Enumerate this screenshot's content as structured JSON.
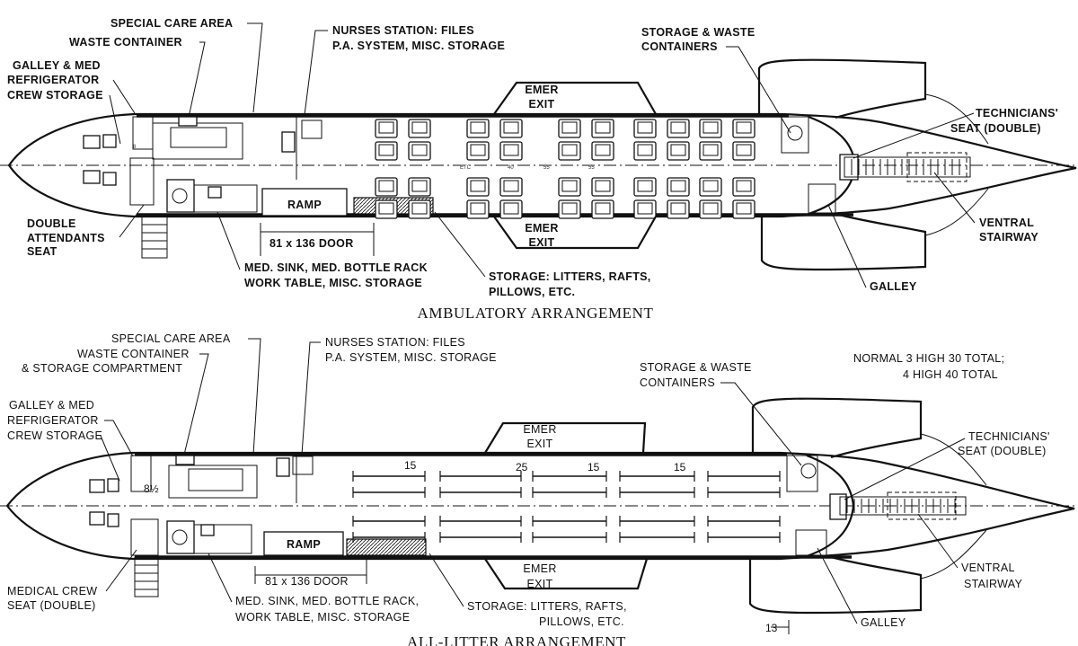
{
  "ambulatory": {
    "title": "AMBULATORY ARRANGEMENT",
    "special_care": "SPECIAL CARE AREA",
    "waste": "WASTE CONTAINER",
    "galley_med_1": "GALLEY & MED",
    "galley_med_2": "REFRIGERATOR",
    "crew_storage": "CREW STORAGE",
    "nurses_1": "NURSES STATION: FILES",
    "nurses_2": "P.A. SYSTEM, MISC. STORAGE",
    "storage_waste_1": "STORAGE & WASTE",
    "storage_waste_2": "CONTAINERS",
    "emer_exit_top_1": "EMER",
    "emer_exit_top_2": "EXIT",
    "emer_exit_bot_1": "EMER",
    "emer_exit_bot_2": "EXIT",
    "technicians_1": "TECHNICIANS'",
    "technicians_2": "SEAT (DOUBLE)",
    "attendants_1": "DOUBLE",
    "attendants_2": "ATTENDANTS",
    "attendants_3": "SEAT",
    "ramp": "RAMP",
    "door": "81 x 136 DOOR",
    "med_sink_1": "MED. SINK, MED. BOTTLE RACK",
    "med_sink_2": "WORK TABLE, MISC. STORAGE",
    "storage_litters_1": "STORAGE: LITTERS, RAFTS,",
    "storage_litters_2": "PILLOWS, ETC.",
    "galley": "GALLEY",
    "ventral_1": "VENTRAL",
    "ventral_2": "STAIRWAY",
    "aisle_etc": "ETC",
    "aisle_40": "40",
    "aisle_55a": "55",
    "aisle_55b": "55",
    "aisle_8": "8"
  },
  "litter": {
    "title": "ALL-LITTER ARRANGEMENT",
    "special_care": "SPECIAL CARE AREA",
    "waste_1": "WASTE CONTAINER",
    "waste_2": "& STORAGE COMPARTMENT",
    "galley_med_1": "GALLEY & MED",
    "galley_med_2": "REFRIGERATOR",
    "crew_storage": "CREW STORAGE",
    "nurses_1": "NURSES STATION: FILES",
    "nurses_2": "P.A. SYSTEM, MISC. STORAGE",
    "normal_1": "NORMAL  3 HIGH 30 TOTAL;",
    "normal_2": "4 HIGH 40 TOTAL",
    "storage_waste_1": "STORAGE & WASTE",
    "storage_waste_2": "CONTAINERS",
    "emer_exit_top_1": "EMER",
    "emer_exit_top_2": "EXIT",
    "emer_exit_bot_1": "EMER",
    "emer_exit_bot_2": "EXIT",
    "technicians_1": "TECHNICIANS'",
    "technicians_2": "SEAT (DOUBLE)",
    "medical_crew_1": "MEDICAL CREW",
    "medical_crew_2": "SEAT (DOUBLE)",
    "ramp": "RAMP",
    "door": "81 x 136 DOOR",
    "med_sink_1": "MED. SINK, MED. BOTTLE RACK,",
    "med_sink_2": "WORK TABLE, MISC. STORAGE",
    "storage_litters_1": "STORAGE: LITTERS, RAFTS,",
    "storage_litters_2": "PILLOWS, ETC.",
    "galley": "GALLEY",
    "ventral_1": "VENTRAL",
    "ventral_2": "STAIRWAY",
    "dim_15a": "15",
    "dim_25": "25",
    "dim_15b": "15",
    "dim_15c": "15",
    "dim_8half": "8½",
    "dim_13": "13"
  }
}
